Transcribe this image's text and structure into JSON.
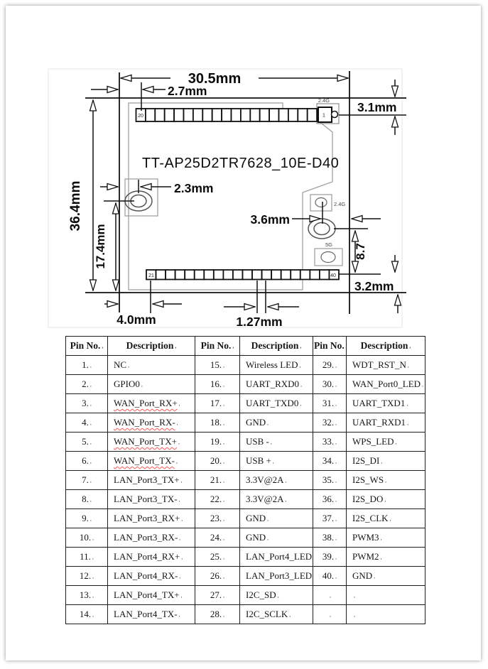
{
  "drawing": {
    "title": "TT-AP25D2TR7628_10E-D40",
    "title_color": "#e02222",
    "dimensions": {
      "board_width": "30.5mm",
      "pin20_offset": "2.7mm",
      "pin1_vertical": "3.1mm",
      "board_height": "36.4mm",
      "hole_to_bottom": "17.4mm",
      "hole_offset": "2.3mm",
      "antenna_offset": "3.6mm",
      "antenna_to_pin40": "8.7",
      "pin40_to_bottom": "3.2mm",
      "pin21_offset": "4.0mm",
      "pin_pitch": "1.27mm"
    },
    "pin_labels": {
      "top_left": "20",
      "top_right": "1",
      "bottom_left": "21",
      "bottom_right": "40"
    },
    "antenna_labels": {
      "top": "2.4G",
      "middle": "2.4G",
      "bottom": "5G"
    }
  },
  "table": {
    "cell_marker": ",",
    "headers": [
      "Pin No.",
      "Description",
      "Pin No.",
      "Description",
      "Pin No.",
      "Description"
    ],
    "rows": [
      [
        "1.",
        "NC",
        "15.",
        "Wireless LED",
        "29.",
        "WDT_RST_N"
      ],
      [
        "2.",
        "GPIO0",
        "16.",
        "UART_RXD0",
        "30.",
        "WAN_Port0_LED"
      ],
      [
        "3.",
        "WAN_Port_RX+",
        "17.",
        "UART_TXD0",
        "31.",
        "UART_TXD1"
      ],
      [
        "4.",
        "WAN_Port_RX-",
        "18.",
        "GND",
        "32.",
        "UART_RXD1"
      ],
      [
        "5.",
        "WAN_Port_TX+",
        "19.",
        "USB -",
        "33.",
        "WPS_LED"
      ],
      [
        "6.",
        "WAN_Port_TX-",
        "20.",
        "USB +",
        "34.",
        "I2S_DI"
      ],
      [
        "7.",
        "LAN_Port3_TX+",
        "21.",
        "3.3V@2A",
        "35.",
        "I2S_WS"
      ],
      [
        "8.",
        "LAN_Port3_TX-",
        "22.",
        "3.3V@2A",
        "36.",
        "I2S_DO"
      ],
      [
        "9.",
        "LAN_Port3_RX+",
        "23.",
        "GND",
        "37.",
        "I2S_CLK"
      ],
      [
        "10.",
        "LAN_Port3_RX-",
        "24.",
        "GND",
        "38.",
        "PWM3"
      ],
      [
        "11.",
        "LAN_Port4_RX+",
        "25.",
        "LAN_Port4_LED",
        "39.",
        "PWM2"
      ],
      [
        "12.",
        "LAN_Port4_RX-",
        "26.",
        "LAN_Port3_LED",
        "40.",
        "GND"
      ],
      [
        "13.",
        "LAN_Port4_TX+",
        "27.",
        "I2C_SD",
        "",
        ""
      ],
      [
        "14.",
        "LAN_Port4_TX-",
        "28.",
        "I2C_SCLK",
        "",
        ""
      ]
    ],
    "misspelled_cells": [
      [
        2,
        1
      ],
      [
        3,
        1
      ],
      [
        4,
        1
      ],
      [
        5,
        1
      ]
    ]
  }
}
